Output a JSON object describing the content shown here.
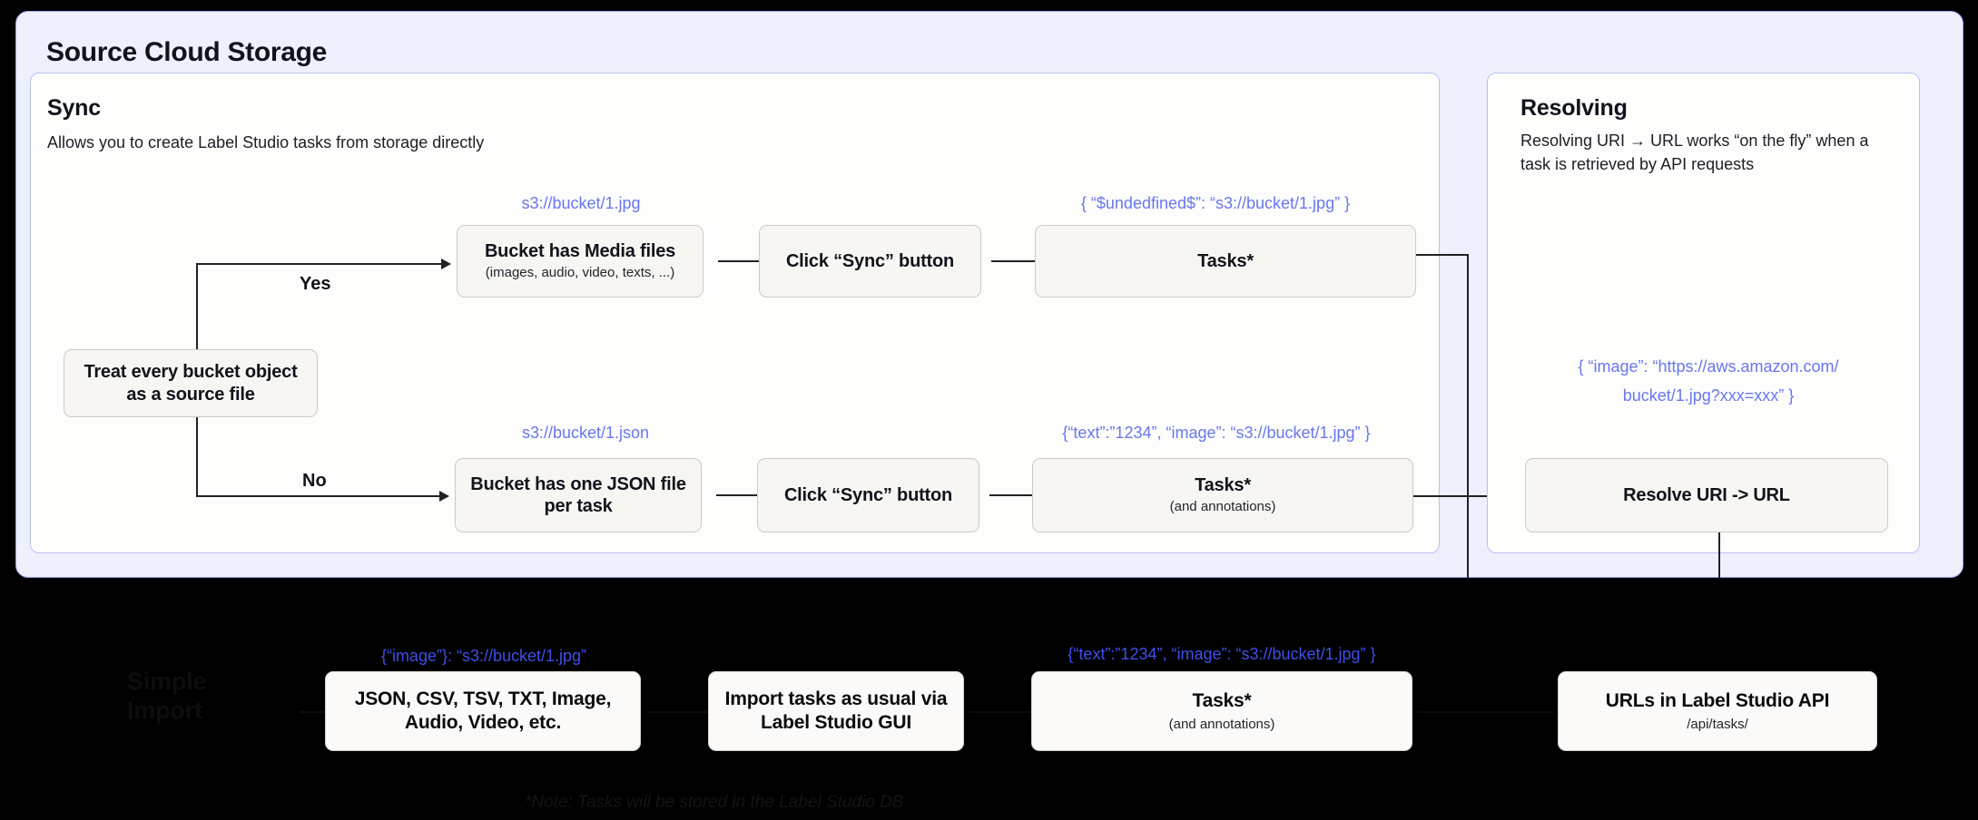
{
  "diagram": {
    "title": "Source Cloud Storage",
    "accent_blue": "#6877ee",
    "panel_bg": "#eef0fe",
    "box_bg": "#f8f6f3",
    "dark_bg": "#000000"
  },
  "sync_card": {
    "heading": "Sync",
    "subtitle": "Allows you to create Label Studio tasks from storage directly",
    "decision_box": "Treat every bucket object as a source file",
    "branch_yes": "Yes",
    "branch_no": "No",
    "row_yes": {
      "uri_label": "s3://bucket/1.jpg",
      "box1_title": "Bucket has Media files",
      "box1_sub": "(images, audio, video, texts, ...)",
      "box2_title": "Click “Sync” button",
      "tasks_label": "{ “$undedfined$”: “s3://bucket/1.jpg” }",
      "box3_title": "Tasks*"
    },
    "row_no": {
      "uri_label": "s3://bucket/1.json",
      "box1_title": "Bucket has one JSON file per task",
      "box2_title": "Click “Sync” button",
      "tasks_label": "{“text”:”1234”,  “image”: “s3://bucket/1.jpg” }",
      "box3_title": "Tasks*",
      "box3_sub": "(and annotations)"
    }
  },
  "resolving_card": {
    "heading": "Resolving",
    "subtitle": "Resolving URI → URL works “on the fly” when a task is retrieved by API requests",
    "json_label_line1": "{ “image”: “https://aws.amazon.com/",
    "json_label_line2": "bucket/1.jpg?xxx=xxx” }",
    "box_title": "Resolve URI -> URL"
  },
  "simple_import": {
    "heading_line1": "Simple",
    "heading_line2": "Import",
    "formats_label": "{“image”}: “s3://bucket/1.jpg”",
    "formats_box": "JSON, CSV, TSV, TXT, Image, Audio, Video, etc.",
    "import_box": "Import tasks as usual via Label Studio GUI",
    "tasks_label": "{“text”:”1234”,  “image”: “s3://bucket/1.jpg” }",
    "tasks_box_title": "Tasks*",
    "tasks_box_sub": "(and annotations)",
    "api_box_title": "URLs in Label Studio API",
    "api_box_sub": "/api/tasks/"
  },
  "footnote": "*Note: Tasks will be stored in the Label Studio DB"
}
